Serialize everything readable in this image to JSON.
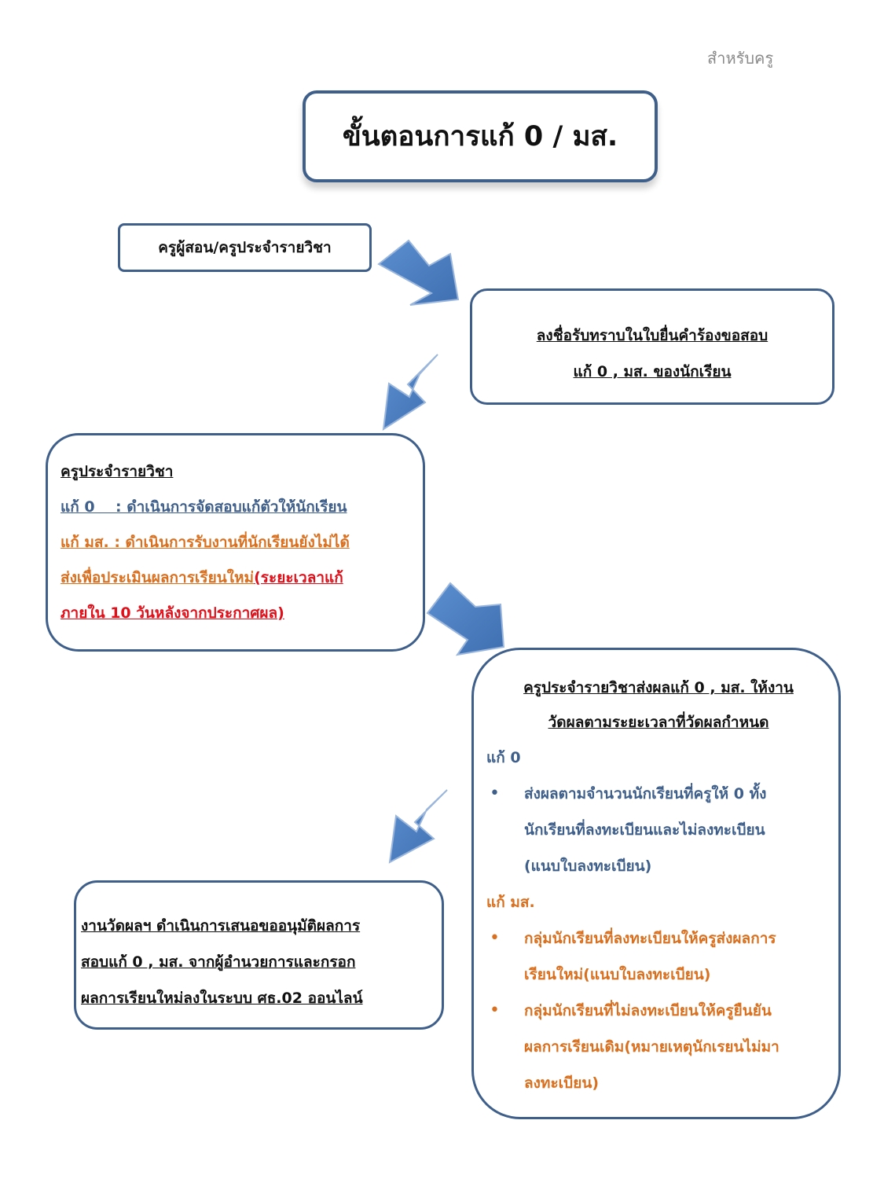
{
  "header": {
    "note": "สำหรับครู"
  },
  "title": "ขั้นตอนการแก้ 0 /  มส.",
  "steps": {
    "teacher": {
      "label": "ครูผู้สอน/ครูประจำรายวิชา"
    },
    "acknowledge": {
      "line1": "ลงชื่อรับทราบในใบยื่นคำร้องขอสอบ",
      "line2": "แก้ 0 , มส. ของนักเรียน"
    },
    "subject_teacher": {
      "heading": "ครูประจำรายวิชา",
      "fix0": "แก้ 0    : ดำเนินการจัดสอบแก้ตัวให้นักเรียน",
      "fixms": "แก้ มส. : ดำเนินการรับงานที่นักเรียนยังไม่ได้",
      "line3a": "ส่งเพื่อประเมินผลการเรียนใหม่",
      "line3b": "(ระยะเวลาแก้",
      "line4": "ภายใน 10 วันหลังจากประกาศผล)"
    },
    "submit": {
      "heading1": "ครูประจำรายวิชาส่งผลแก้ 0 , มส. ให้งาน",
      "heading2": "วัดผลตามระยะเวลาที่วัดผลกำหนด",
      "sec1_title": "แก้ 0",
      "sec1_bullet": [
        "ส่งผลตามจำนวนนักเรียนที่ครูให้ 0 ทั้ง",
        "นักเรียนที่ลงทะเบียนและไม่ลงทะเบียน",
        "(แนบใบลงทะเบียน)"
      ],
      "sec2_title": "แก้ มส.",
      "sec2_bullet1": [
        "กลุ่มนักเรียนที่ลงทะเบียนให้ครูส่งผลการ",
        "เรียนใหม่(แนบใบลงทะเบียน)"
      ],
      "sec2_bullet2": [
        "กลุ่มนักเรียนที่ไม่ลงทะเบียนให้ครูยืนยัน",
        "ผลการเรียนเดิม(หมายเหตุนักเรยนไม่มา",
        "ลงทะเบียน)"
      ],
      "bullet_char": "•"
    },
    "measurement": {
      "line1": "งานวัดผลฯ ดำเนินการเสนอขออนุมัติผลการ",
      "line2": "สอบแก้ 0 , มส. จากผู้อำนวยการและกรอก",
      "line3": "ผลการเรียนใหม่ลงในระบบ ศธ.02 ออนไลน์"
    }
  },
  "colors": {
    "border": "#3f5f8b",
    "arrow": "#4a7dbf",
    "blue_text": "#3f5f8b",
    "orange_text": "#d9701f",
    "red_text": "#e0101a"
  }
}
